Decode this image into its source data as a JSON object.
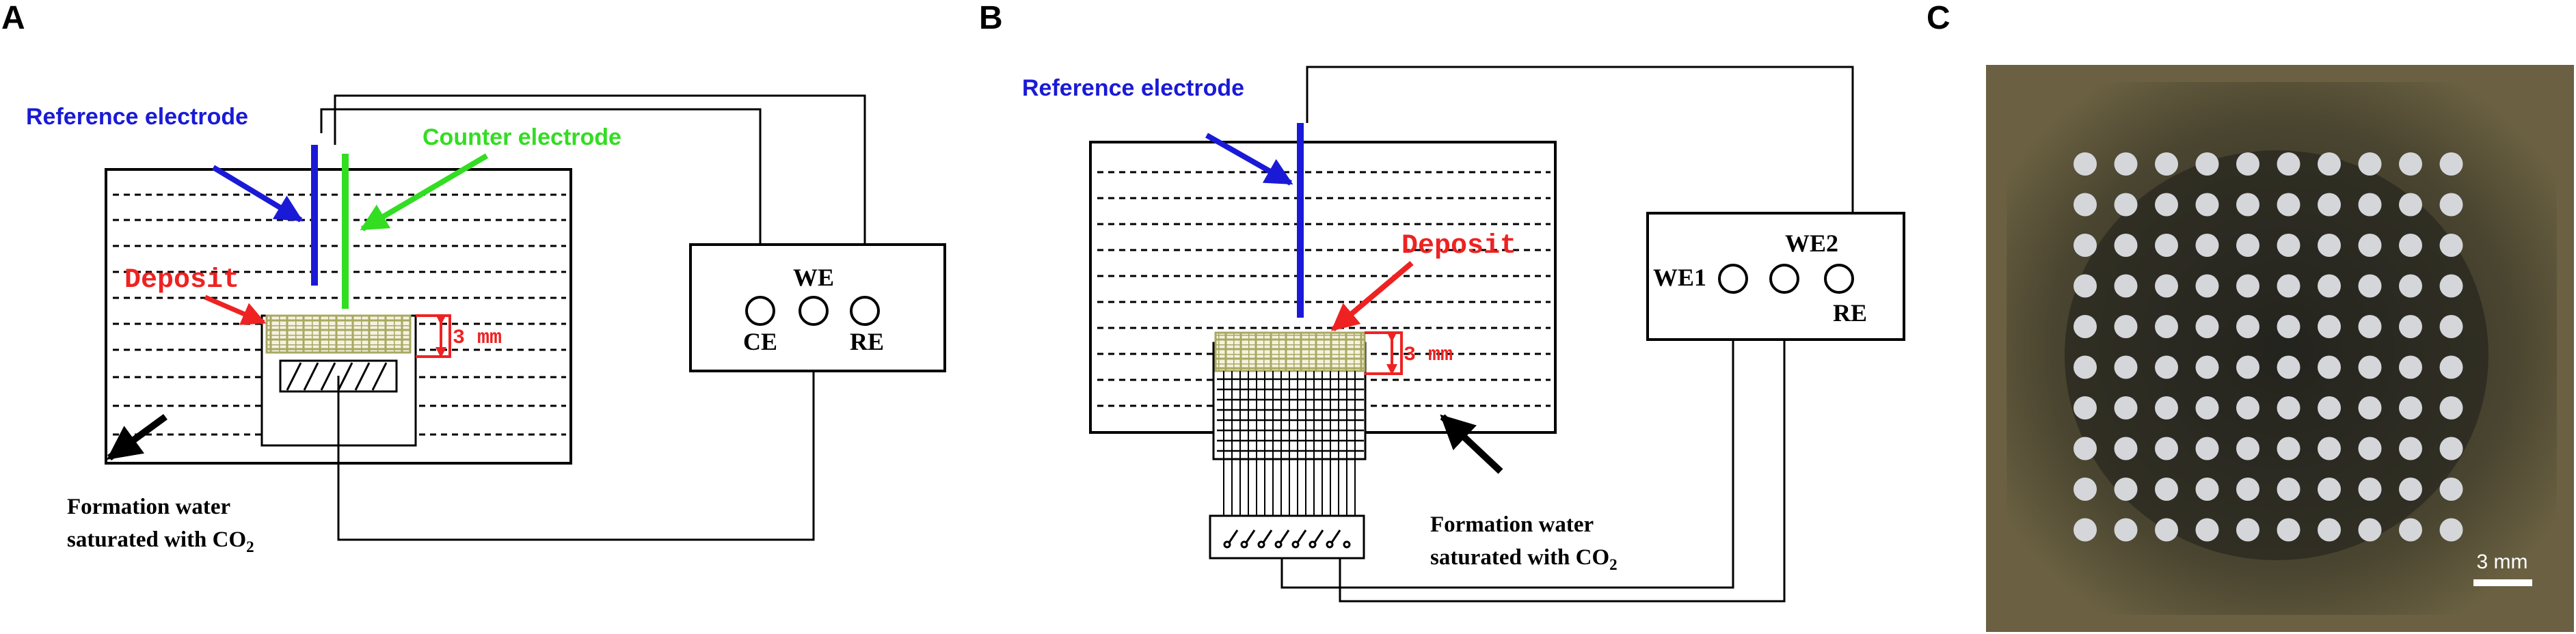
{
  "panels": {
    "a": {
      "letter": "A",
      "reference_electrode": "Reference electrode",
      "counter_electrode": "Counter electrode",
      "deposit": "Deposit",
      "gap": "3 mm",
      "we": "WE",
      "ce": "CE",
      "re": "RE",
      "formation_line1": "Formation water",
      "formation_line2": "saturated with CO",
      "formation_sub": "2"
    },
    "b": {
      "letter": "B",
      "reference_electrode": "Reference electrode",
      "deposit": "Deposit",
      "gap": "3 mm",
      "we1": "WE1",
      "we2": "WE2",
      "re": "RE",
      "formation_line1": "Formation water",
      "formation_line2": "saturated with CO",
      "formation_sub": "2"
    },
    "c": {
      "letter": "C",
      "scale_bar": "3 mm"
    }
  },
  "colors": {
    "reference": "#1a1ad6",
    "counter": "#33dd22",
    "deposit": "#ee2222",
    "mesh": "#a8a862",
    "photo_bg": "#4a4530",
    "dot": "#d4d6da"
  }
}
